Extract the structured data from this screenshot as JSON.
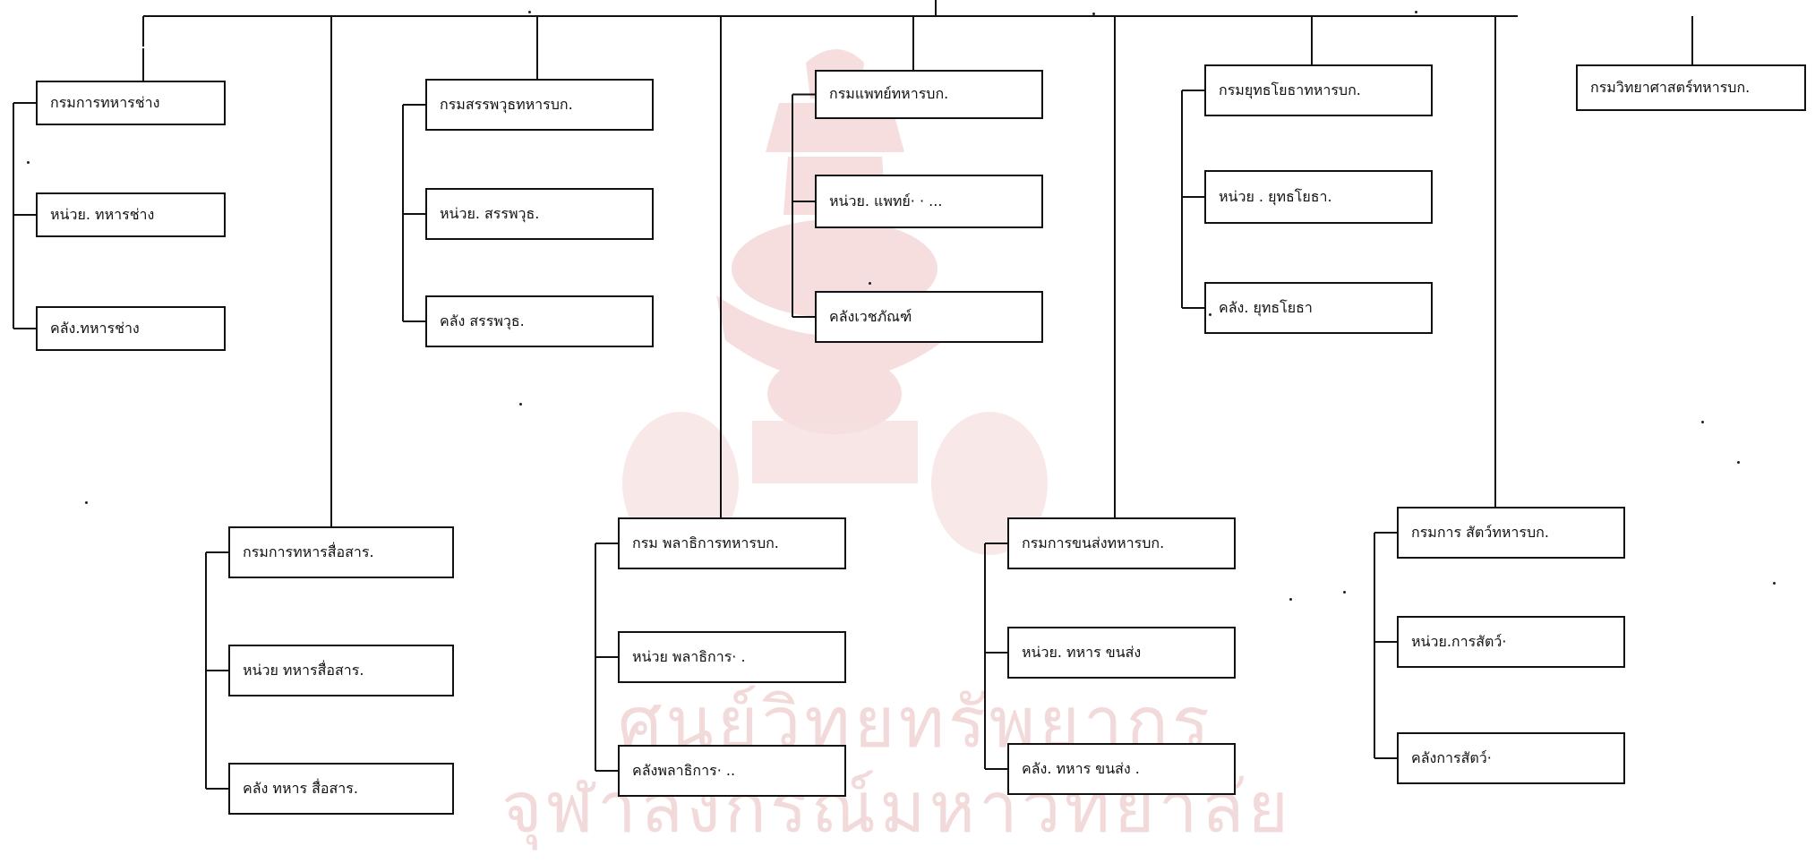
{
  "colors": {
    "line": "#111111",
    "watermark": "#f6d9d9",
    "background": "#ffffff"
  },
  "watermark": {
    "line1": "ศูนย์วิทยทรัพยากร",
    "line2": "จุฬาลงกรณ์มหาวิทยาลัย"
  },
  "chart": {
    "top_row": [
      {
        "head": "กรมการทหารช่าง",
        "unit": "หน่วย. ทหารช่าง",
        "depot": "คลัง.ทหารช่าง"
      },
      {
        "head": "กรมสรรพวุธทหารบก.",
        "unit": "หน่วย. สรรพวุธ.",
        "depot": "คลัง สรรพวุธ."
      },
      {
        "head": "กรมแพทย์ทหารบก.",
        "unit": "หน่วย. แพทย์· · ...",
        "depot": "คลังเวชภัณฑ์"
      },
      {
        "head": "กรมยุทธโยธาทหารบก.",
        "unit": "หน่วย . ยุทธโยธา.",
        "depot": "คลัง. ยุทธโยธา"
      },
      {
        "head": "กรมวิทยาศาสตร์ทหารบก."
      }
    ],
    "bottom_row": [
      {
        "head": "กรมการทหารสื่อสาร.",
        "unit": "หน่วย ทหารสื่อสาร.",
        "depot": "คลัง ทหาร สื่อสาร."
      },
      {
        "head": "กรม พลาธิการทหารบก.",
        "unit": "หน่วย พลาธิการ· .",
        "depot": "คลังพลาธิการ· .."
      },
      {
        "head": "กรมการขนส่งทหารบก.",
        "unit": "หน่วย. ทหาร ขนส่ง",
        "depot": "คลัง. ทหาร ขนส่ง ."
      },
      {
        "head": "กรมการ สัตว์ทหารบก.",
        "unit": "หน่วย.การสัตว์·",
        "depot": "คลังการสัตว์·"
      }
    ]
  }
}
